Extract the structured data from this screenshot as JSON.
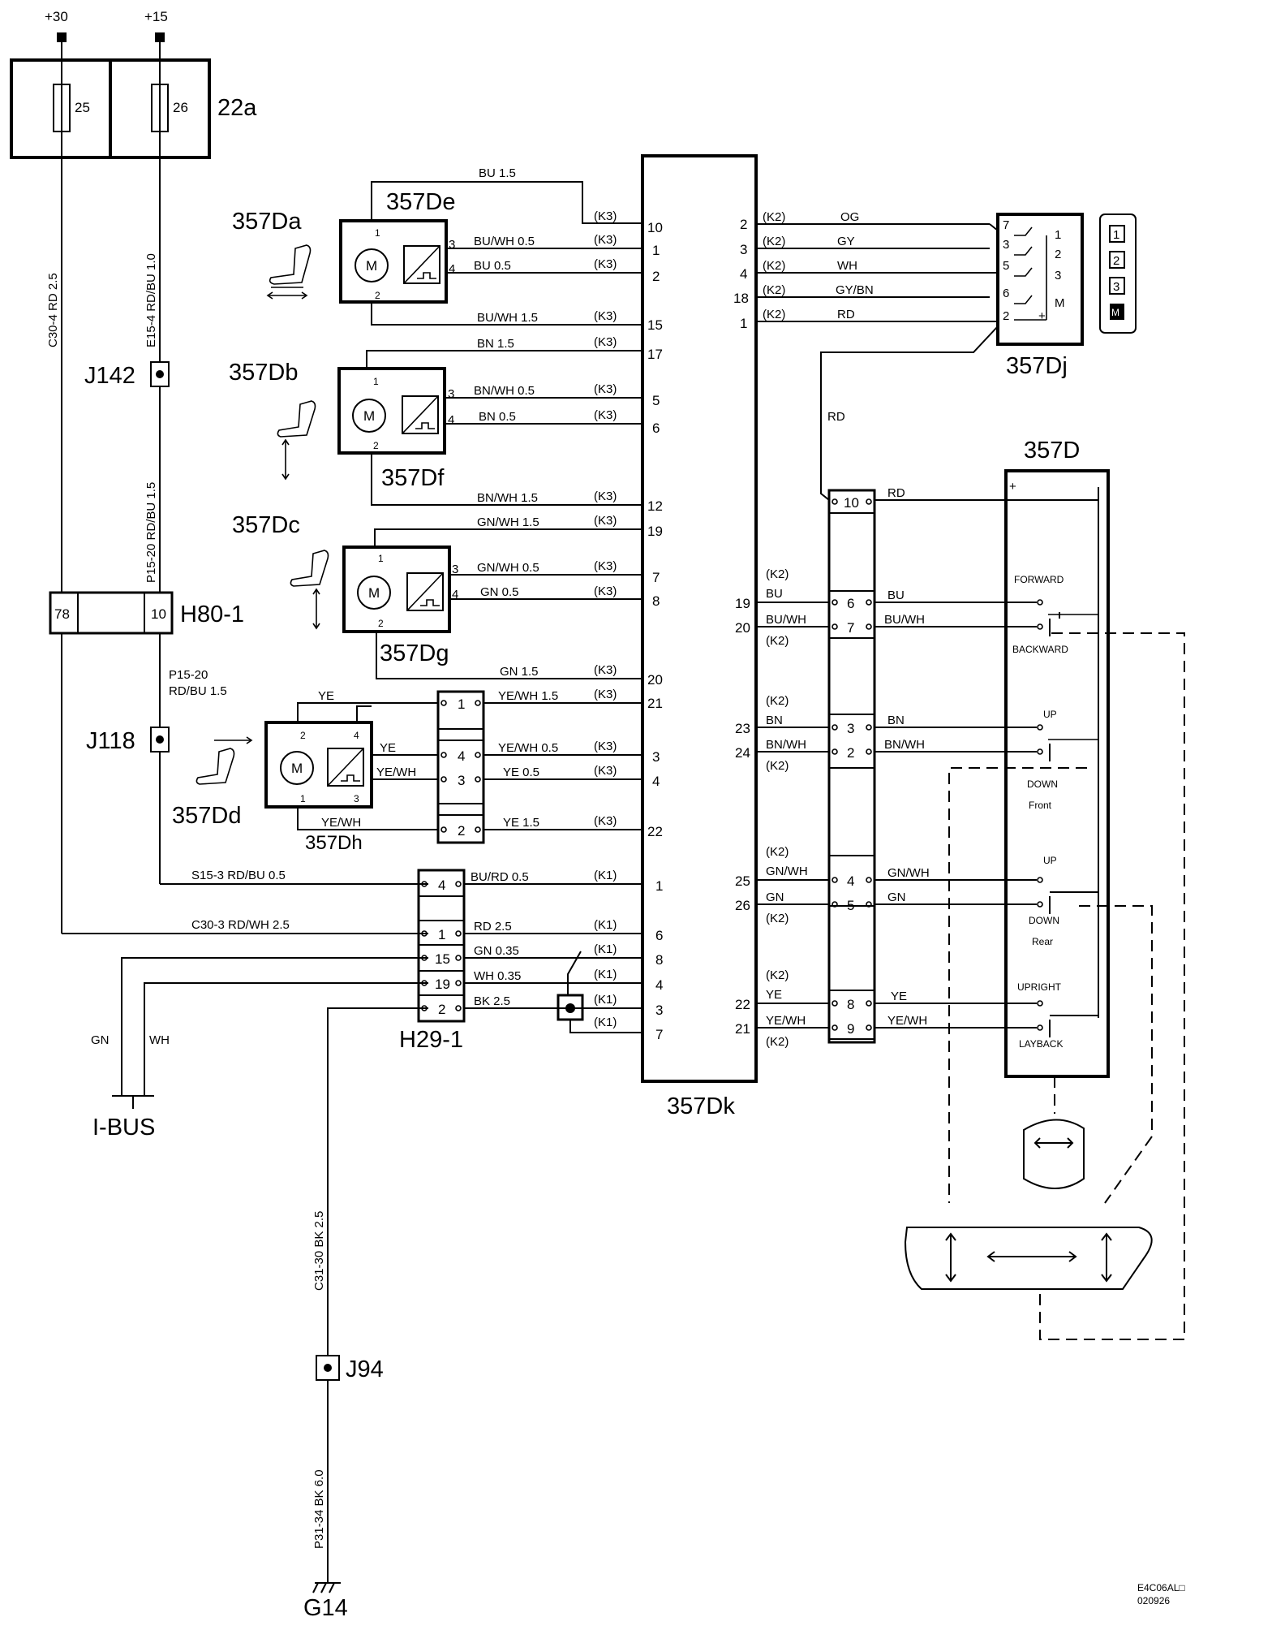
{
  "supply": {
    "plus30": "+30",
    "plus15": "+15"
  },
  "fuse_box": {
    "id": "22a",
    "fuse_a": "25",
    "fuse_b": "26"
  },
  "left_wires": {
    "c30_4": "C30-4  RD  2.5",
    "e15_4": "E15-4  RD/BU  1.0",
    "p15_20_top": "P15-20  RD/BU  1.5",
    "p15_20_lbl": "P15-20",
    "p15_20_col": "RD/BU  1.5",
    "s15_3": "S15-3   RD/BU   0.5",
    "c30_3": "C30-3   RD/WH   2.5",
    "c31_30": "C31-30  BK  2.5",
    "p31_34": "P31-34  BK  6.0"
  },
  "junctions": {
    "j142": "J142",
    "j118": "J118",
    "j94": "J94"
  },
  "connectors": {
    "h80_1": {
      "id": "H80-1",
      "pin_a": "78",
      "pin_b": "10"
    },
    "h29_1": {
      "id": "H29-1",
      "pins": [
        "4",
        "1",
        "15",
        "19",
        "2"
      ]
    }
  },
  "ground": "G14",
  "ibus": {
    "label": "I-BUS",
    "gn": "GN",
    "wh": "WH"
  },
  "motor_symbol": "M",
  "motors": {
    "de": {
      "label": "357De",
      "seat": "357Da",
      "w1": "BU   1.5",
      "w3": "BU/WH   0.5",
      "w4": "BU   0.5",
      "w2": "BU/WH   1.5",
      "p": [
        "10",
        "1",
        "2",
        "15"
      ]
    },
    "df": {
      "label": "357Df",
      "seat": "357Db",
      "w1": "BN   1.5",
      "w3": "BN/WH   0.5",
      "w4": "BN   0.5",
      "w2": "BN/WH   1.5",
      "p": [
        "17",
        "5",
        "6",
        "12"
      ]
    },
    "dg": {
      "label": "357Dg",
      "seat": "357Dc",
      "w1": "GN/WH   1.5",
      "w3": "GN/WH   0.5",
      "w4": "GN   0.5",
      "w2": "GN        1.5",
      "p": [
        "19",
        "7",
        "8",
        "20"
      ]
    },
    "dh": {
      "label": "357Dh",
      "seat": "357Dd",
      "ye": "YE",
      "yewh": "YE/WH",
      "w1": "YE/WH   1.5",
      "w4": "YE/WH   0.5",
      "w3": "YE   0.5",
      "w2": "YE   1.5",
      "p": [
        "21",
        "3",
        "4",
        "22"
      ],
      "conn": [
        "1",
        "4",
        "3",
        "2"
      ]
    }
  },
  "k_tags": {
    "k1": "(K1)",
    "k2": "(K2)",
    "k3": "(K3)"
  },
  "h29_wires": [
    "BU/RD   0.5",
    "RD   2.5",
    "GN   0.35",
    "WH   0.35",
    "BK   2.5"
  ],
  "h29_pins": [
    "1",
    "6",
    "8",
    "4",
    "3",
    "7"
  ],
  "module": {
    "id": "357Dk"
  },
  "memory": {
    "id": "357Dj",
    "wires": [
      "OG",
      "GY",
      "WH",
      "GY/BN",
      "RD"
    ],
    "dk_pins": [
      "2",
      "3",
      "4",
      "18",
      "1"
    ],
    "pins": [
      "7",
      "3",
      "5",
      "6",
      "2"
    ],
    "pos": [
      "1",
      "2",
      "3",
      "M"
    ],
    "plus": "+",
    "buttons": [
      "1",
      "2",
      "3",
      "M"
    ]
  },
  "right": {
    "dk_pins": [
      "19",
      "20",
      "23",
      "24",
      "25",
      "26",
      "22",
      "21"
    ],
    "wires": [
      "BU",
      "BU/WH",
      "BN",
      "BN/WH",
      "GN/WH",
      "GN",
      "YE",
      "YE/WH"
    ],
    "conn_pins": [
      "6",
      "7",
      "3",
      "2",
      "4",
      "5",
      "8",
      "9"
    ],
    "rd_pin": "10",
    "rd": "RD"
  },
  "switch": {
    "id": "357D",
    "plus": "+",
    "forward": "FORWARD",
    "backward": "BACKWARD",
    "up": "UP",
    "down": "DOWN",
    "front": "Front",
    "rear": "Rear",
    "upright": "UPRIGHT",
    "layback": "LAYBACK"
  },
  "code": {
    "line1": "E4C06AL□",
    "line2": "020926"
  }
}
